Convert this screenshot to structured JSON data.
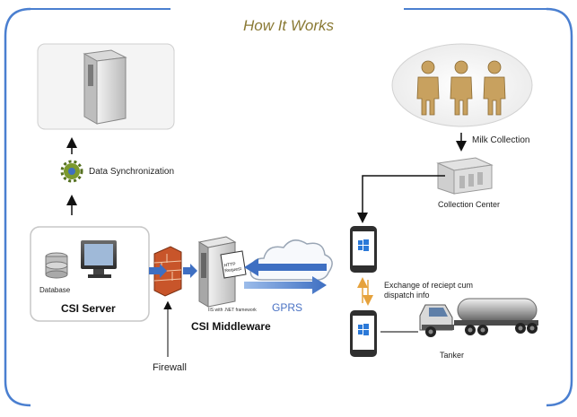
{
  "title": "How It Works",
  "nodes": {
    "data_sync": "Data Synchronization",
    "database": "Database",
    "csi_server": "CSI Server",
    "framework_text": "IIS with .NET framework",
    "http_request": "HTTP Request",
    "csi_middleware": "CSI Middleware",
    "gprs": "GPRS",
    "firewall": "Firewall",
    "milk_collection": "Milk Collection",
    "collection_center": "Collection Center",
    "exchange_line1": "Exchange of reciept cum",
    "exchange_line2": "dispatch info",
    "tanker": "Tanker"
  },
  "colors": {
    "border": "#4a7fd0",
    "title": "#8a7a35",
    "flow_arrow": "#4a72c4",
    "exchange_arrow": "#e6a23c",
    "firewall": "#c8552a",
    "gear": "#7c9a2e"
  }
}
